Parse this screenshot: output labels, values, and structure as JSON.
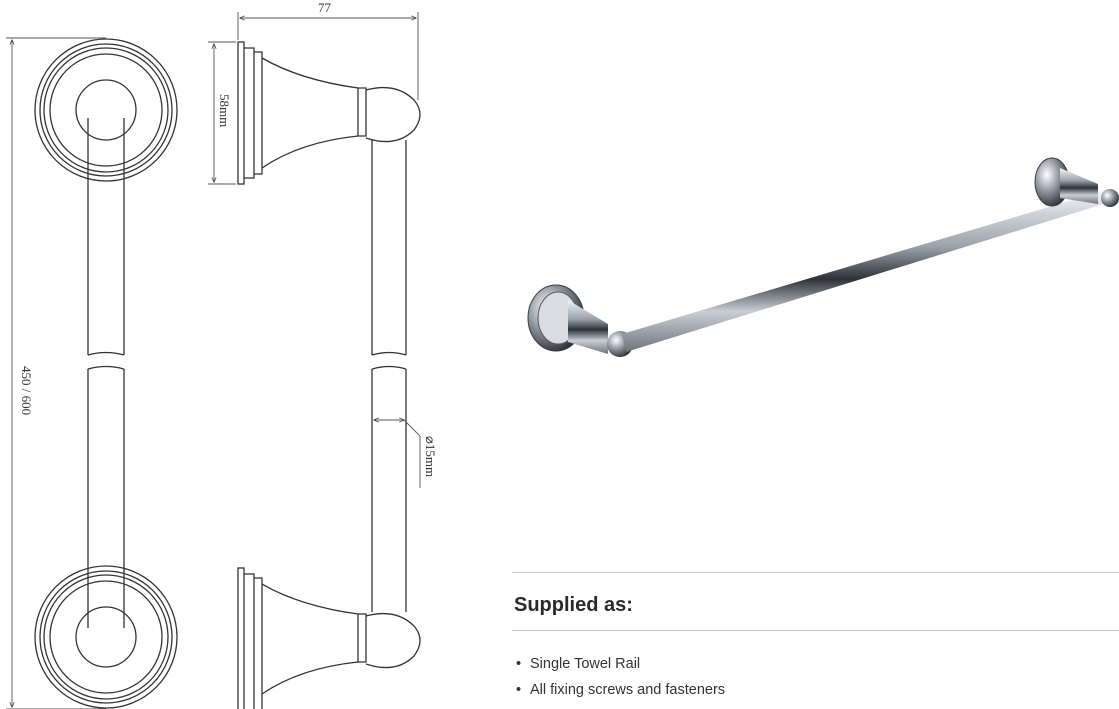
{
  "drawing": {
    "width_label": "77",
    "depth_label": "58mm",
    "length_label": "450 / 600",
    "bar_label": "⌀15mm"
  },
  "supplied": {
    "title": "Supplied as:",
    "items": [
      "Single Towel Rail",
      "All fixing screws and fasteners"
    ]
  }
}
